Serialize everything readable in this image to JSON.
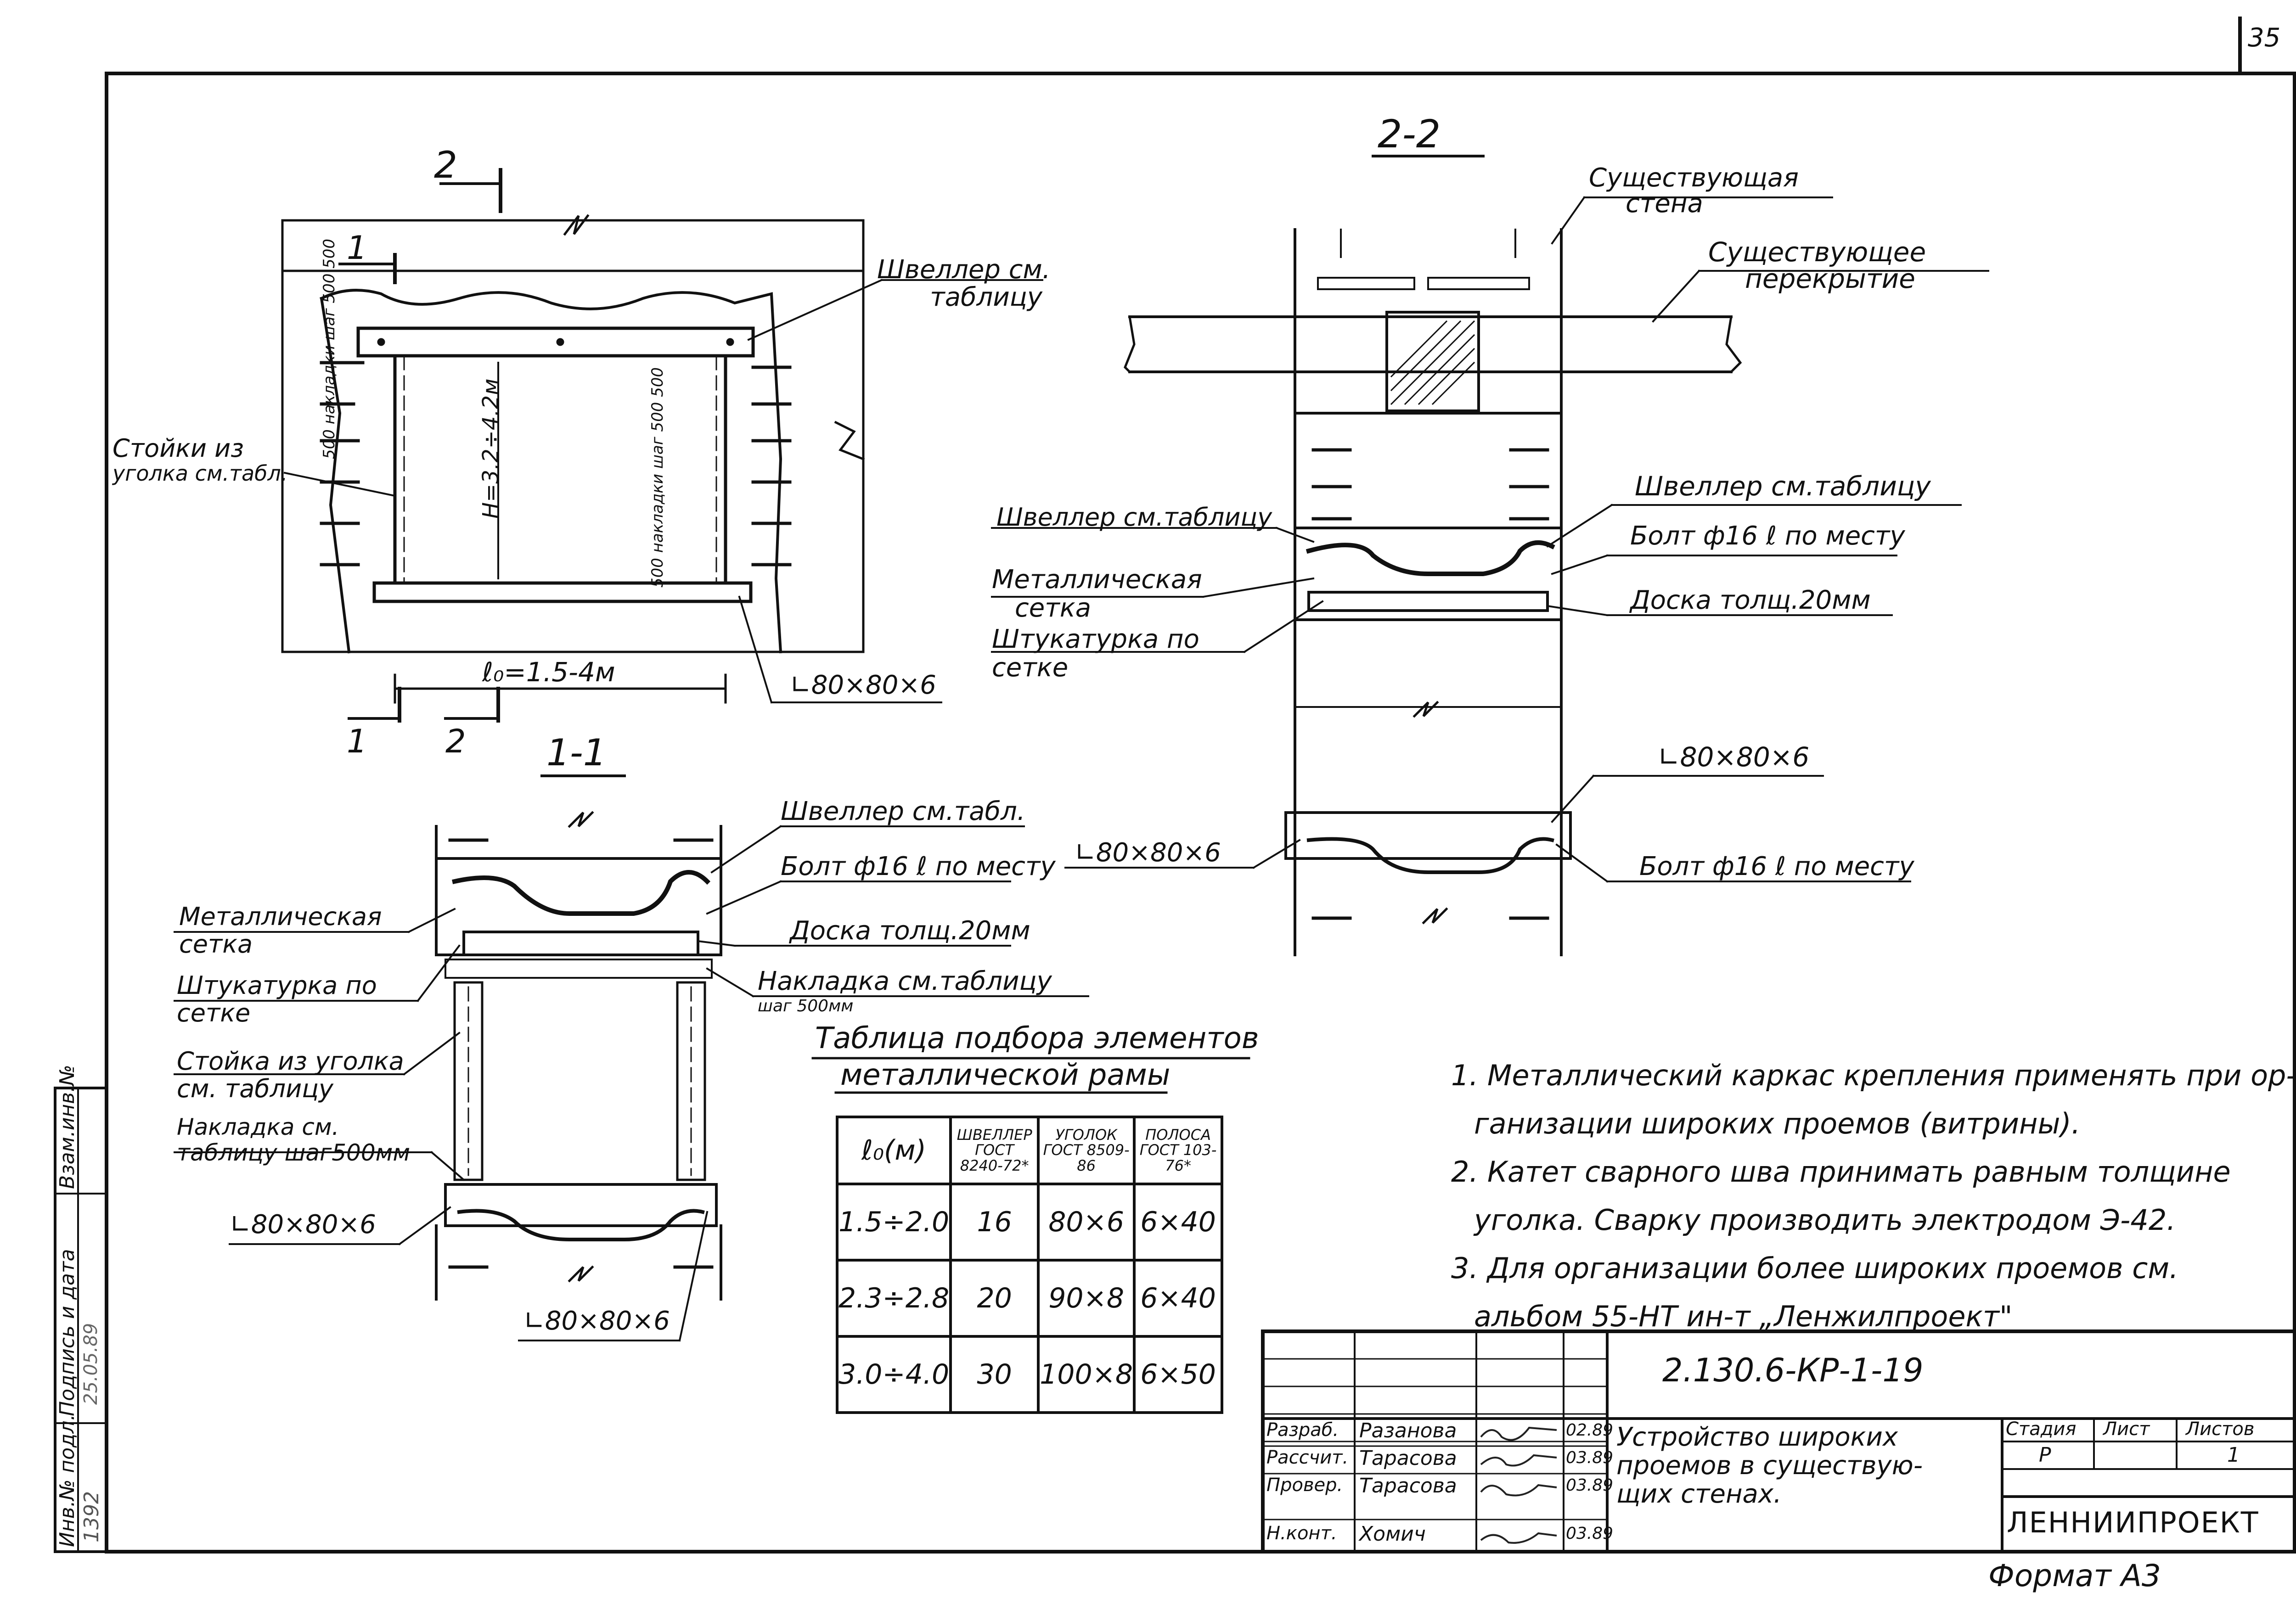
{
  "sheet_number": "35",
  "format": "Формат А3",
  "views": {
    "elevation": {
      "cut_mark_1": "1",
      "cut_mark_2": "2",
      "channel_label_line1": "Швеллер см.",
      "channel_label_line2": "таблицу",
      "posts_label_line1": "Стойки из",
      "posts_label_line2": "уголка см.табл.",
      "pad_step_left": "500 накладки шаг 500 500",
      "height_label": "H=3.2÷4.2м",
      "pad_step_right": "500 накладки шаг 500 500",
      "span_label": "ℓ₀=1.5-4м",
      "angle_label": "∟80×80×6"
    },
    "section_1_1": {
      "title": "1-1",
      "channel": "Швеллер см.табл.",
      "bolt": "Болт ф16 ℓ по месту",
      "board": "Доска толщ.20мм",
      "pad_line1": "Накладка см.таблицу",
      "pad_line2": "шаг 500мм",
      "mesh_line1": "Металлическая",
      "mesh_line2": "сетка",
      "plaster_line1": "Штукатурка по",
      "plaster_line2": "сетке",
      "post_line1": "Стойка из уголка",
      "post_line2": "см. таблицу",
      "pad2_line1": "Накладка см.",
      "pad2_line2": "таблицу шаг500мм",
      "angle_top": "∟80×80×6",
      "angle_bottom": "∟80×80×6"
    },
    "section_2_2": {
      "title": "2-2",
      "existing_wall_line1": "Существующая",
      "existing_wall_line2": "стена",
      "existing_slab_line1": "Существующее",
      "existing_slab_line2": "перекрытие",
      "channel_right": "Швеллер см.таблицу",
      "bolt_right": "Болт ф16 ℓ по месту",
      "board": "Доска толщ.20мм",
      "channel_left": "Швеллер см.таблицу",
      "mesh_line1": "Металлическая",
      "mesh_line2": "сетка",
      "plaster_line1": "Штукатурка по",
      "plaster_line2": "сетке",
      "angle_right": "∟80×80×6",
      "angle_left": "∟80×80×6",
      "bolt_bottom": "Болт ф16 ℓ по месту"
    }
  },
  "selection_table": {
    "title_line1": "Таблица подбора элементов",
    "title_line2": "металлической рамы",
    "headers": [
      "ℓ₀(м)",
      "ШВЕЛЛЕР ГОСТ 8240-72*",
      "УГОЛОК ГОСТ 8509-86",
      "ПОЛОСА ГОСТ 103-76*"
    ],
    "rows": [
      [
        "1.5÷2.0",
        "16",
        "80×6",
        "6×40"
      ],
      [
        "2.3÷2.8",
        "20",
        "90×8",
        "6×40"
      ],
      [
        "3.0÷4.0",
        "30",
        "100×8",
        "6×50"
      ]
    ]
  },
  "notes": [
    "1. Металлический каркас крепления применять при ор-",
    "ганизации широких проемов (витрины).",
    "2. Катет сварного шва принимать равным толщине",
    "уголка. Сварку производить электродом Э-42.",
    "3. Для организации более широких проемов см.",
    "альбом 55-НТ ин-т „Ленжилпроект\""
  ],
  "side_stamp": {
    "labels": [
      "Инв.№ подл.",
      "Подпись и дата",
      "Взам.инв.№"
    ],
    "inv_value": "1392",
    "date_value": "25.05.89"
  },
  "title_block": {
    "code": "2.130.6-КР-1-19",
    "title_line1": "Устройство широких",
    "title_line2": "проемов в существую-",
    "title_line3": "щих стенах.",
    "stage_header": "Стадия",
    "sheet_header": "Лист",
    "sheets_header": "Листов",
    "stage_value": "Р",
    "sheet_value": "",
    "sheets_value": "1",
    "org": "ЛЕННИИПРОЕКТ",
    "staff": [
      {
        "role": "Разраб.",
        "name": "Разанова",
        "date": "02.89"
      },
      {
        "role": "Рассчит.",
        "name": "Тарасова",
        "date": "03.89"
      },
      {
        "role": "Провер.",
        "name": "Тарасова",
        "date": "03.89"
      },
      {
        "role": "Н.конт.",
        "name": "Хомич",
        "date": "03.89"
      }
    ]
  }
}
